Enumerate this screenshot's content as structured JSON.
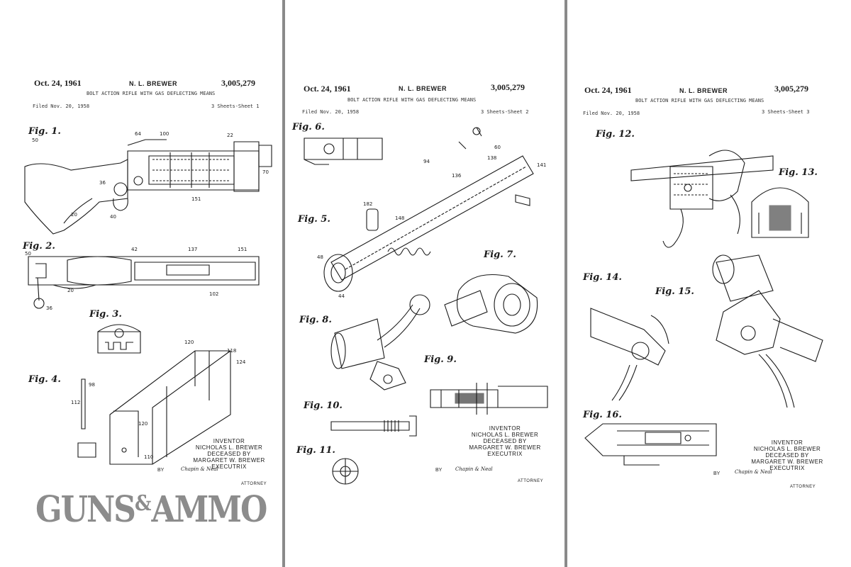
{
  "sheets": [
    {
      "date": "Oct. 24, 1961",
      "inventor_name": "N. L. BREWER",
      "patent_number": "3,005,279",
      "subtitle": "BOLT ACTION RIFLE WITH GAS DEFLECTING MEANS",
      "filed": "Filed Nov. 20, 1958",
      "sheet_of": "3 Sheets-Sheet 1",
      "figures": [
        "Fig. 1.",
        "Fig. 2.",
        "Fig. 3.",
        "Fig. 4."
      ],
      "inventor_block": [
        "INVENTOR",
        "NICHOLAS L. BREWER",
        "DECEASED BY",
        "MARGARET W. BREWER",
        "EXECUTRIX"
      ],
      "by": "BY",
      "signature": "Chapin & Neal",
      "attorney": "ATTORNEY"
    },
    {
      "date": "Oct. 24, 1961",
      "inventor_name": "N. L. BREWER",
      "patent_number": "3,005,279",
      "subtitle": "BOLT ACTION RIFLE WITH GAS DEFLECTING MEANS",
      "filed": "Filed Nov. 20, 1958",
      "sheet_of": "3 Sheets-Sheet 2",
      "figures": [
        "Fig. 6.",
        "Fig. 5.",
        "Fig. 7.",
        "Fig. 8.",
        "Fig. 9.",
        "Fig. 10.",
        "Fig. 11."
      ],
      "inventor_block": [
        "INVENTOR",
        "NICHOLAS L. BREWER",
        "DECEASED BY",
        "MARGARET W. BREWER",
        "EXECUTRIX"
      ],
      "by": "BY",
      "signature": "Chapin & Neal",
      "attorney": "ATTORNEY"
    },
    {
      "date": "Oct. 24, 1961",
      "inventor_name": "N. L. BREWER",
      "patent_number": "3,005,279",
      "subtitle": "BOLT ACTION RIFLE WITH GAS DEFLECTING MEANS",
      "filed": "Filed Nov. 20, 1958",
      "sheet_of": "3 Sheets-Sheet 3",
      "figures": [
        "Fig. 12.",
        "Fig. 13.",
        "Fig. 14.",
        "Fig. 15.",
        "Fig. 16."
      ],
      "inventor_block": [
        "INVENTOR",
        "NICHOLAS L. BREWER",
        "DECEASED BY",
        "MARGARET W. BREWER",
        "EXECUTRIX"
      ],
      "by": "BY",
      "signature": "Chapin & Neal",
      "attorney": "ATTORNEY"
    }
  ],
  "logo": {
    "left": "GUNS",
    "amp": "&",
    "right": "AMMO"
  },
  "colors": {
    "logo": "#8c8c8c",
    "divider": "#8a8a8a",
    "ink": "#1a1a1a"
  }
}
